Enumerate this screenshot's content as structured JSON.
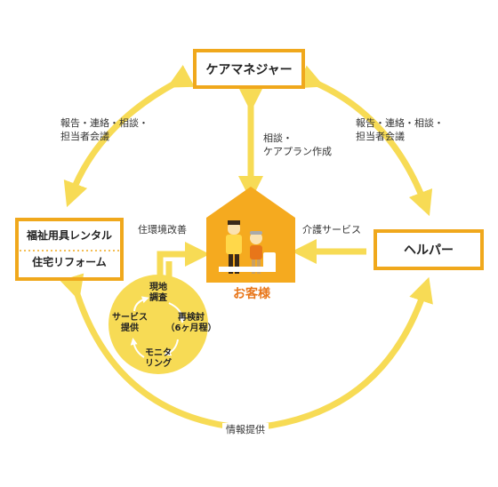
{
  "nodes": {
    "care_manager": "ケアマネジャー",
    "helper": "ヘルパー",
    "welfare_rental": "福祉用具レンタル",
    "home_reform": "住宅リフォーム",
    "customer": "お客様"
  },
  "edges": {
    "left_top": [
      "報告・連絡・相談・",
      "担当者会議"
    ],
    "right_top": [
      "報告・連絡・相談・",
      "担当者会議"
    ],
    "center": [
      "相談・",
      "ケアプラン作成"
    ],
    "care_service": "介護サービス",
    "environment": "住環境改善",
    "info": "情報提供"
  },
  "cycle": {
    "survey": [
      "現地",
      "調査"
    ],
    "review": [
      "再検討",
      "（6ヶ月程）"
    ],
    "monitoring": [
      "モニタ",
      "リング"
    ],
    "service": [
      "サービス",
      "提供"
    ]
  },
  "colors": {
    "accent": "#f0a81c",
    "arrow": "#f7db55",
    "house": "#f5aa1f",
    "cycle_bg": "#f7db55",
    "customer_text": "#e8761a"
  }
}
